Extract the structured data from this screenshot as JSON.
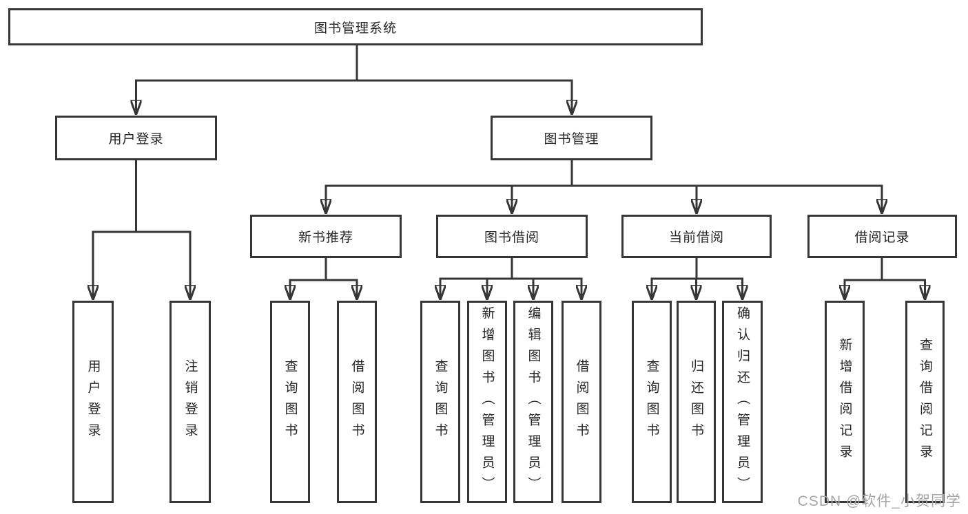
{
  "tree": {
    "root": {
      "label": "图书管理系统"
    },
    "children": [
      {
        "label": "用户登录",
        "children": [
          {
            "label": "用户登录"
          },
          {
            "label": "注销登录"
          }
        ]
      },
      {
        "label": "图书管理",
        "children": [
          {
            "label": "新书推荐",
            "children": [
              {
                "label": "查询图书"
              },
              {
                "label": "借阅图书"
              }
            ]
          },
          {
            "label": "图书借阅",
            "children": [
              {
                "label": "查询图书"
              },
              {
                "label": "新增图书（管理员）"
              },
              {
                "label": "编辑图书（管理员）"
              },
              {
                "label": "借阅图书"
              }
            ]
          },
          {
            "label": "当前借阅",
            "children": [
              {
                "label": "查询图书"
              },
              {
                "label": "归还图书"
              },
              {
                "label": "确认归还（管理员）"
              }
            ]
          },
          {
            "label": "借阅记录",
            "children": [
              {
                "label": "新增借阅记录"
              },
              {
                "label": "查询借阅记录"
              }
            ]
          }
        ]
      }
    ]
  },
  "watermark": {
    "text": "CSDN @软件_小贺同学"
  },
  "colors": {
    "line": "#363636",
    "node_text": "#262626",
    "background": "#ffffff",
    "watermark_text": "#a6a6a6"
  }
}
